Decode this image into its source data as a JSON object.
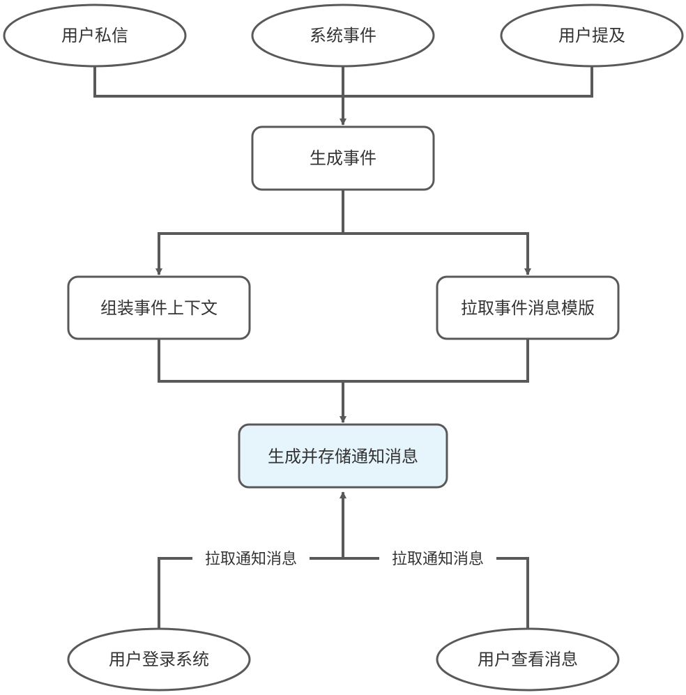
{
  "colors": {
    "stroke": "#595959",
    "text": "#333333",
    "node_fill": "#ffffff",
    "highlight_fill": "#e6f4fb"
  },
  "nodes": {
    "dm": {
      "label": "用户私信"
    },
    "system_event": {
      "label": "系统事件"
    },
    "mention": {
      "label": "用户提及"
    },
    "generate_event": {
      "label": "生成事件"
    },
    "assemble_context": {
      "label": "组装事件上下文"
    },
    "pull_template": {
      "label": "拉取事件消息模版"
    },
    "store_notification": {
      "label": "生成并存储通知消息"
    },
    "user_login": {
      "label": "用户登录系统"
    },
    "user_view": {
      "label": "用户查看消息"
    }
  },
  "edges": {
    "left_pull": {
      "label": "拉取通知消息"
    },
    "right_pull": {
      "label": "拉取通知消息"
    }
  }
}
